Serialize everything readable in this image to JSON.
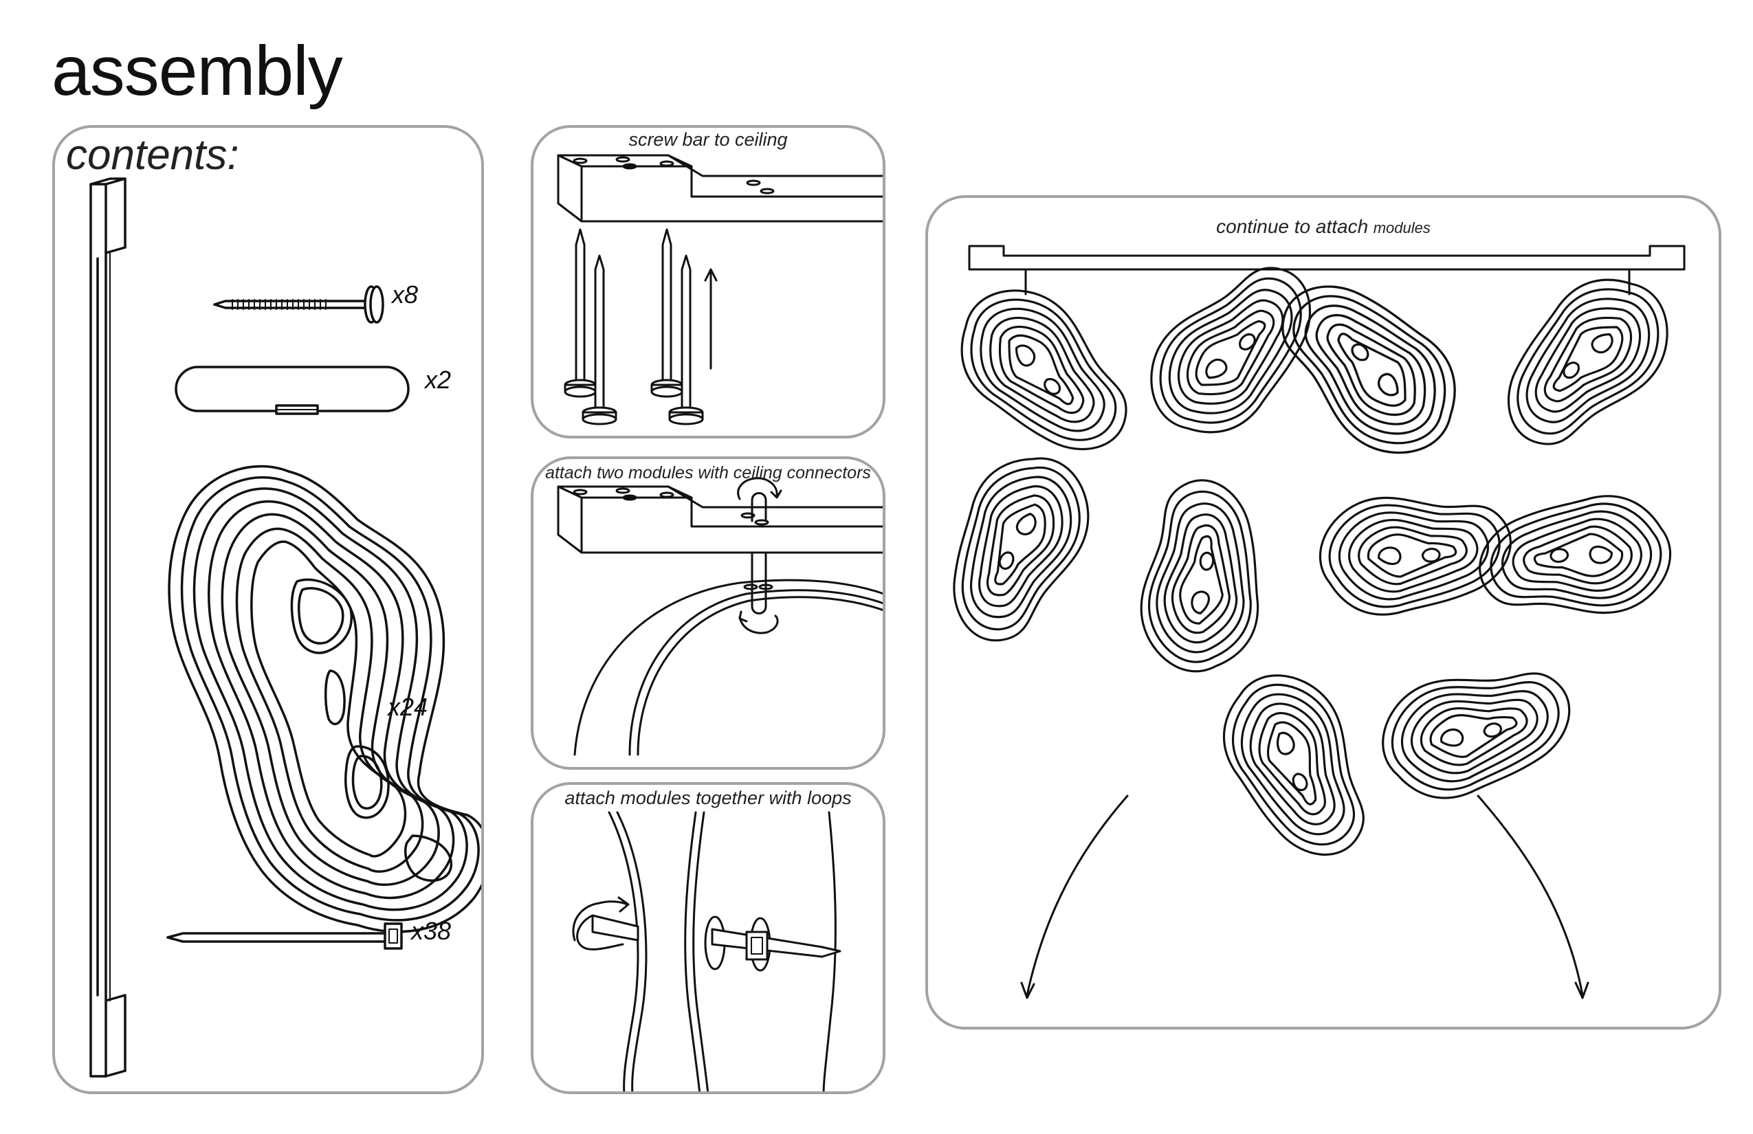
{
  "page": {
    "title": "assembly"
  },
  "contents": {
    "label": "contents:",
    "nail_count": "x8",
    "connector_count": "x2",
    "module_count": "x24",
    "tie_count": "x38"
  },
  "steps": {
    "step1": "screw bar to ceiling",
    "step2": "attach two modules with ceiling connectors",
    "step3": "attach modules together with loops",
    "step4": {
      "main": "continue to attach",
      "small": "modules"
    }
  },
  "colors": {
    "line": "#111111",
    "panel_border": "#a3a3a3"
  }
}
